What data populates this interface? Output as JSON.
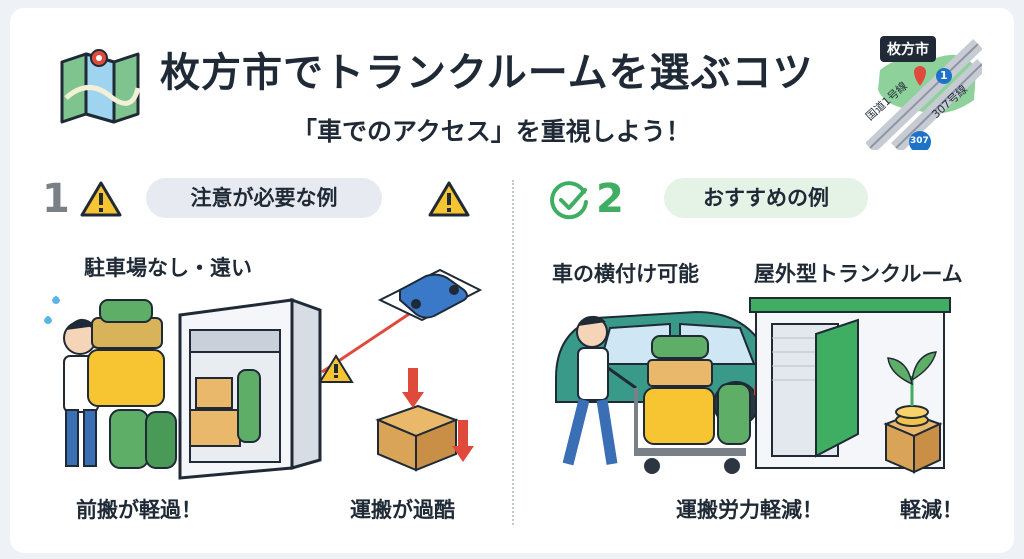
{
  "title": "枚方市でトランクルームを選ぶコツ",
  "subtitle": "「車でのアクセス」を重視しよう！",
  "map": {
    "city": "枚方市",
    "road1_label": "国道1号線",
    "road307_label": "307号線",
    "shield1": "1",
    "shield307": "307",
    "icon": "map-pin-icon"
  },
  "left_section": {
    "number": "1",
    "heading": "注意が必要な例",
    "warning_label": "駐車場なし・遠い",
    "caption_left": "前搬が軽過！",
    "caption_right": "運搬が過酷",
    "icon": "warning-icon",
    "number_color": "#7a8088",
    "pill_color": "#e7ebf1"
  },
  "right_section": {
    "number": "2",
    "heading": "おすすめの例",
    "label_left": "車の横付け可能",
    "label_right": "屋外型トランクルーム",
    "caption_left": "運搬労力軽減！",
    "caption_right": "軽減！",
    "icon": "check-circle-icon",
    "number_color": "#3fae62",
    "pill_color": "#e4f3e6"
  },
  "colors": {
    "warning_yellow": "#f7c531",
    "alert_red": "#e04a3c",
    "ok_green": "#3fae62",
    "text_dark": "#1f2a36"
  }
}
